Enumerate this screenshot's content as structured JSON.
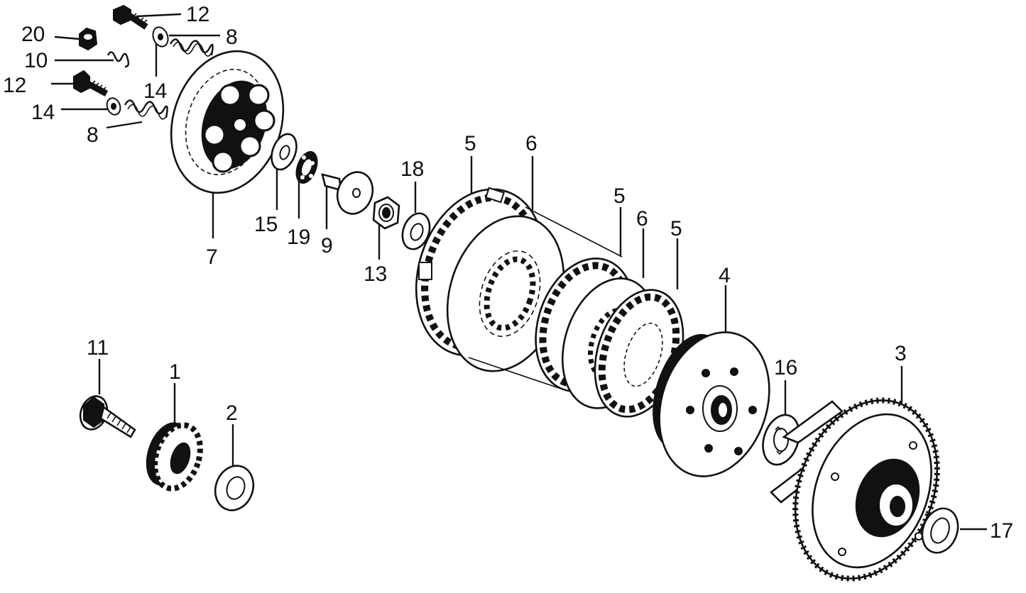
{
  "diagram": {
    "callouts": {
      "c20": "20",
      "c12a": "12",
      "c8a": "8",
      "c10": "10",
      "c12b": "12",
      "c14a": "14",
      "c14b": "14",
      "c8b": "8",
      "c7": "7",
      "c15": "15",
      "c19": "19",
      "c9": "9",
      "c13": "13",
      "c18": "18",
      "c5a": "5",
      "c6a": "6",
      "c5b": "5",
      "c6b": "6",
      "c5c": "5",
      "c4": "4",
      "c16": "16",
      "c3": "3",
      "c17": "17",
      "c11": "11",
      "c1": "1",
      "c2": "2"
    }
  }
}
